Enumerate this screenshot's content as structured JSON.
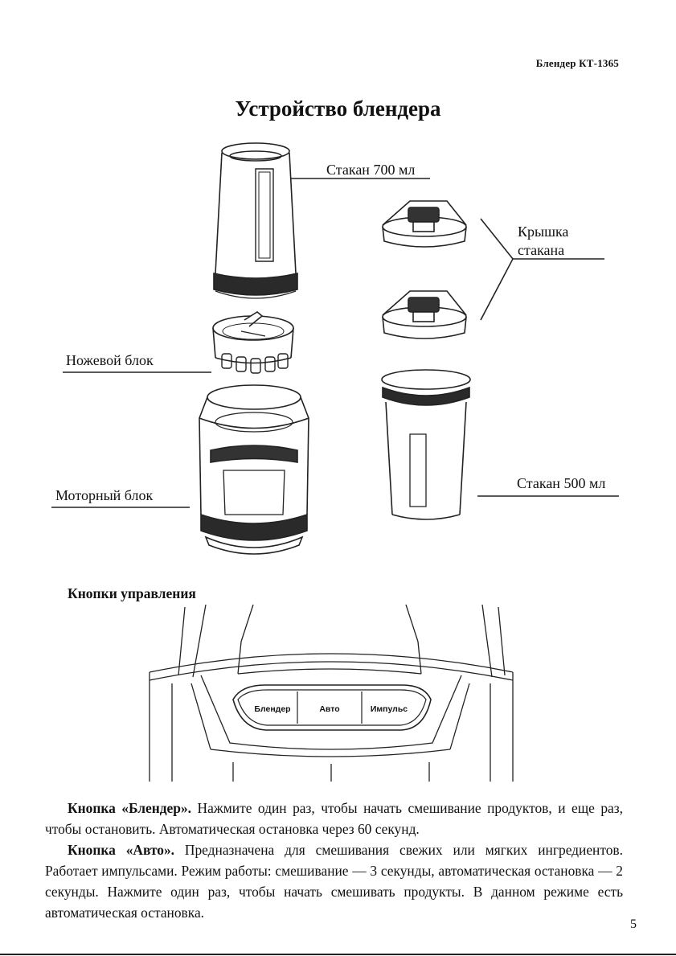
{
  "header": {
    "model": "Блендер КТ-1365"
  },
  "title": "Устройство блендера",
  "diagram": {
    "labels": {
      "cup_700": "Стакан 700 мл",
      "lid_line1": "Крышка",
      "lid_line2": "стакана",
      "blade": "Ножевой блок",
      "motor": "Моторный блок",
      "cup_500": "Стакан 500 мл"
    }
  },
  "controls": {
    "heading": "Кнопки управления",
    "buttons": [
      "Блендер",
      "Авто",
      "Импульс"
    ]
  },
  "paragraphs": [
    {
      "bold": "Кнопка «Блендер».",
      "text": " Нажмите один раз, чтобы начать смешивание продуктов, и еще раз, чтобы остановить. Автоматическая остановка через 60 секунд."
    },
    {
      "bold": "Кнопка «Авто».",
      "text": " Предназначена для смешивания свежих или мягких ингредиентов. Работает импульсами. Режим работы: смешивание — 3 секунды, автоматическая остановка — 2 секунды. Нажмите один раз, чтобы начать смешивать продукты. В данном режиме есть автоматическая остановка."
    }
  ],
  "page_number": "5"
}
